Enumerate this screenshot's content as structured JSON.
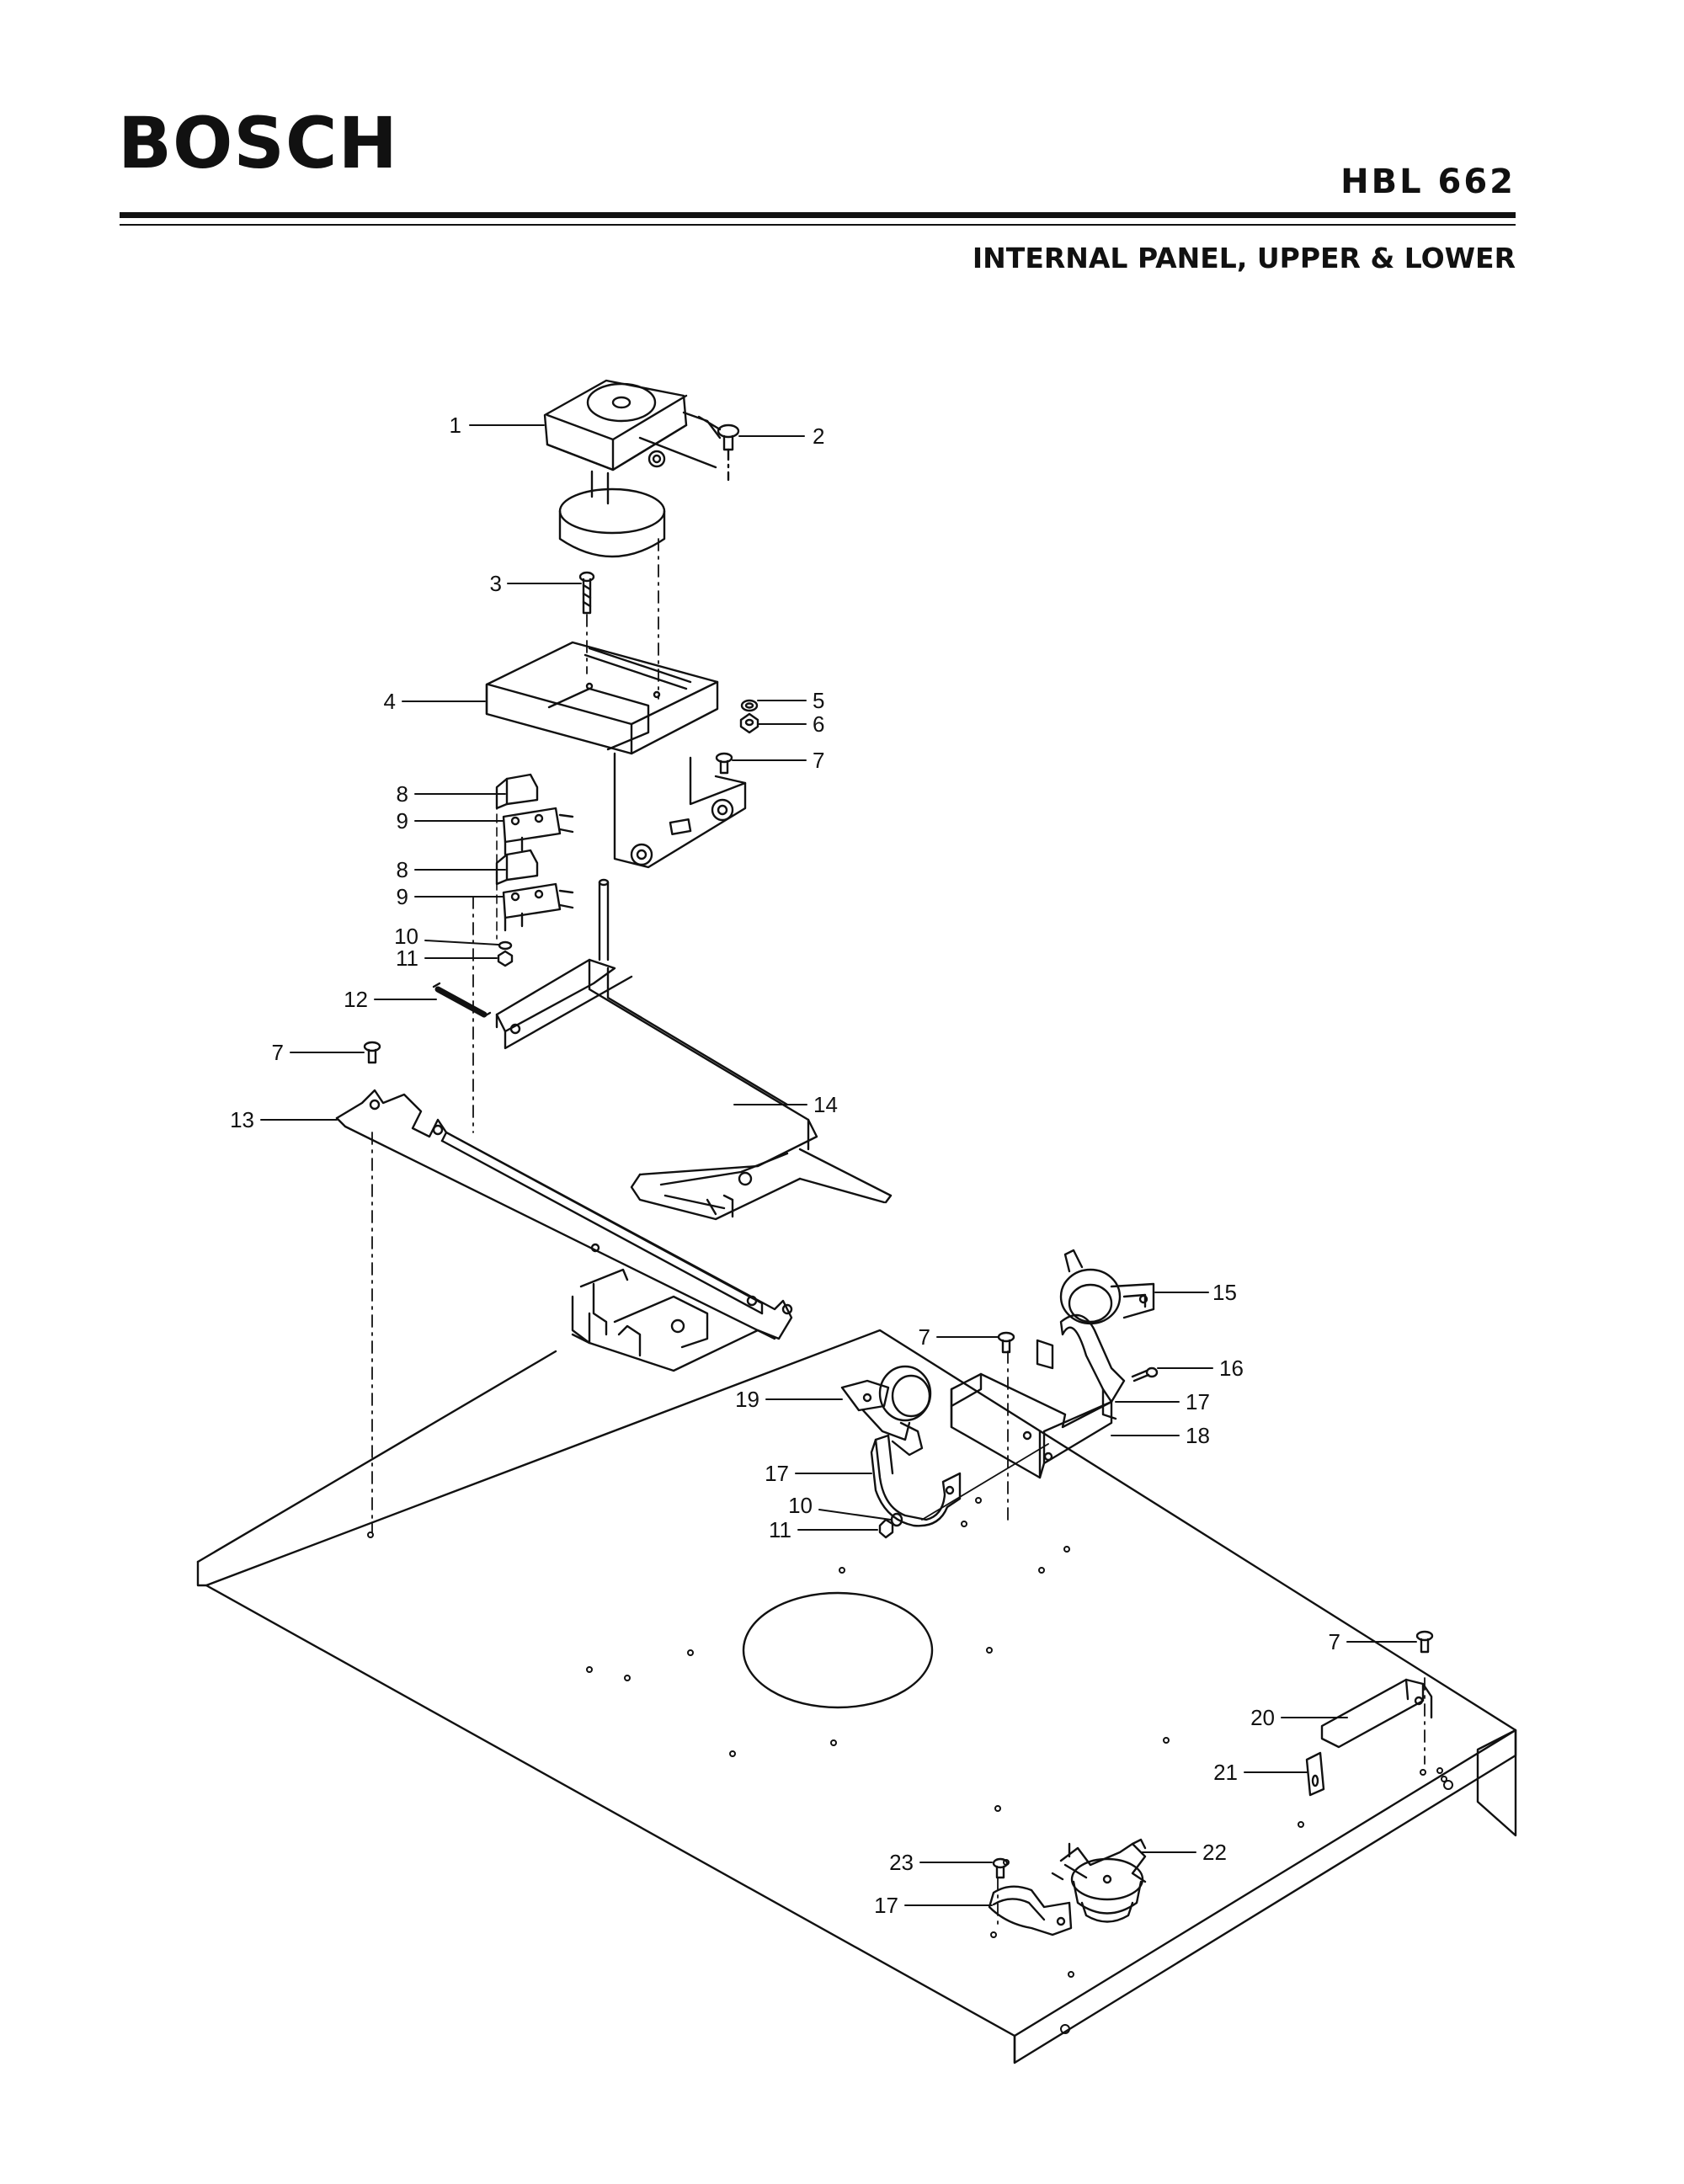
{
  "header": {
    "brand": "BOSCH",
    "model": "HBL 662",
    "section_title": "INTERNAL PANEL, UPPER & LOWER"
  },
  "callouts": [
    {
      "id": "c1",
      "text": "1"
    },
    {
      "id": "c2",
      "text": "2"
    },
    {
      "id": "c3",
      "text": "3"
    },
    {
      "id": "c4",
      "text": "4"
    },
    {
      "id": "c5",
      "text": "5"
    },
    {
      "id": "c6",
      "text": "6"
    },
    {
      "id": "c7a",
      "text": "7"
    },
    {
      "id": "c8a",
      "text": "8"
    },
    {
      "id": "c9a",
      "text": "9"
    },
    {
      "id": "c8b",
      "text": "8"
    },
    {
      "id": "c9b",
      "text": "9"
    },
    {
      "id": "c10a",
      "text": "10"
    },
    {
      "id": "c11a",
      "text": "11"
    },
    {
      "id": "c12",
      "text": "12"
    },
    {
      "id": "c7b",
      "text": "7"
    },
    {
      "id": "c13",
      "text": "13"
    },
    {
      "id": "c14",
      "text": "14"
    },
    {
      "id": "c15",
      "text": "15"
    },
    {
      "id": "c7c",
      "text": "7"
    },
    {
      "id": "c16",
      "text": "16"
    },
    {
      "id": "c19",
      "text": "19"
    },
    {
      "id": "c17a",
      "text": "17"
    },
    {
      "id": "c18",
      "text": "18"
    },
    {
      "id": "c17b",
      "text": "17"
    },
    {
      "id": "c10b",
      "text": "10"
    },
    {
      "id": "c11b",
      "text": "11"
    },
    {
      "id": "c7d",
      "text": "7"
    },
    {
      "id": "c20",
      "text": "20"
    },
    {
      "id": "c21",
      "text": "21"
    },
    {
      "id": "c23",
      "text": "23"
    },
    {
      "id": "c22",
      "text": "22"
    },
    {
      "id": "c17c",
      "text": "17"
    }
  ]
}
